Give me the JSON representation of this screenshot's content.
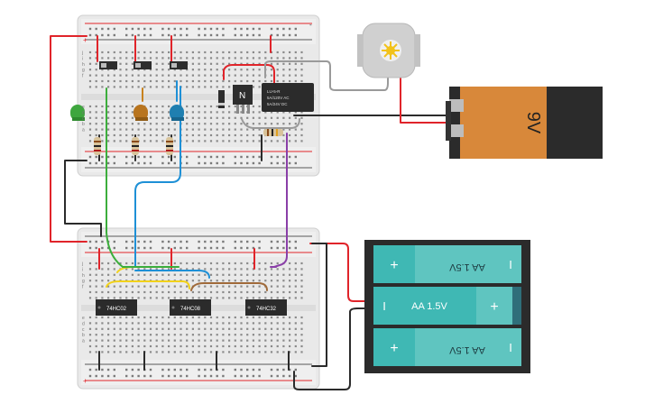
{
  "ics": [
    {
      "label": "74HC02"
    },
    {
      "label": "74HC08"
    },
    {
      "label": "74HC32"
    }
  ],
  "relay": {
    "lines": [
      "LU-5-R",
      "5A/120V AC",
      "5A/24V DC"
    ]
  },
  "transistor": {
    "label": "N"
  },
  "battery_9v": {
    "label": "9V"
  },
  "aa_pack": {
    "cells": [
      {
        "label": "AA 1.5V",
        "plus": "+",
        "minus": "I",
        "flipped": true
      },
      {
        "label": "AA 1.5V",
        "plus": "+",
        "minus": "I",
        "flipped": false
      },
      {
        "label": "AA 1.5V",
        "plus": "+",
        "minus": "I",
        "flipped": true
      }
    ]
  },
  "breadboard": {
    "row_letters_top": [
      "j",
      "i",
      "h",
      "g",
      "f"
    ],
    "row_letters_bottom": [
      "e",
      "d",
      "c",
      "b",
      "a"
    ],
    "plus_sign": "+",
    "minus_sign": "-"
  },
  "colors": {
    "board": "#e8e8e8",
    "wire_red": "#e0242a",
    "wire_black": "#2b2b2b",
    "wire_green": "#3cae3c",
    "wire_blue": "#1e90d6",
    "wire_yellow": "#f2d21a",
    "wire_brown": "#a06a3a",
    "wire_purple": "#8a3fa8",
    "wire_gray": "#9a9a9a",
    "led_green": "#3ea63e",
    "led_orange": "#b8741e",
    "led_blue": "#1f7fb0",
    "battery_orange": "#d8883a",
    "aa_teal": "#3fb8b4"
  }
}
